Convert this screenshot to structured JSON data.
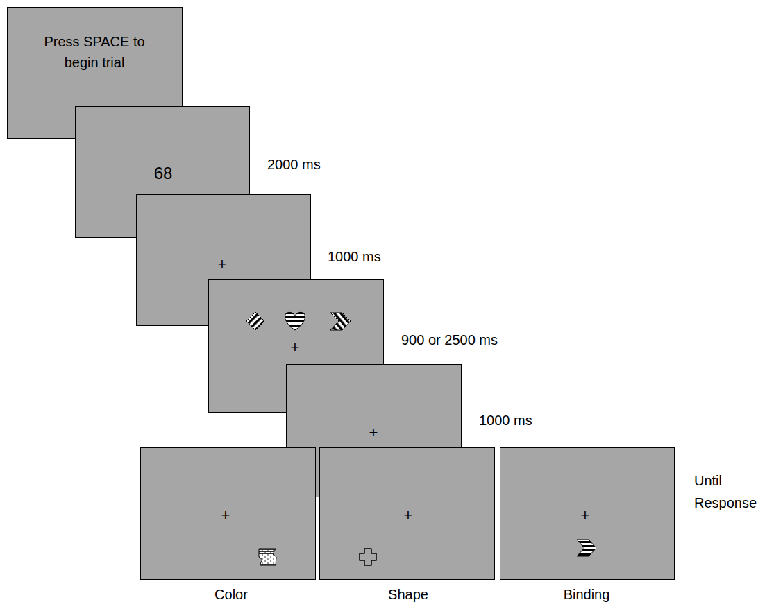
{
  "diagram": {
    "nodes": [
      {
        "text": [
          "Press SPACE to begin trial"
        ]
      },
      {
        "text": [
          "68"
        ]
      },
      {
        "text": [
          "+"
        ]
      },
      {
        "text": [
          "+"
        ]
      },
      {
        "text": [
          "+"
        ]
      },
      {
        "text": [
          "+",
          "Color"
        ]
      },
      {
        "text": [
          "+",
          "Shape"
        ]
      },
      {
        "text": [
          "+",
          "Binding"
        ]
      }
    ],
    "labels": [
      "2000 ms",
      "1000 ms",
      "900 or 2500 ms",
      "1000 ms",
      "Until Response"
    ]
  }
}
